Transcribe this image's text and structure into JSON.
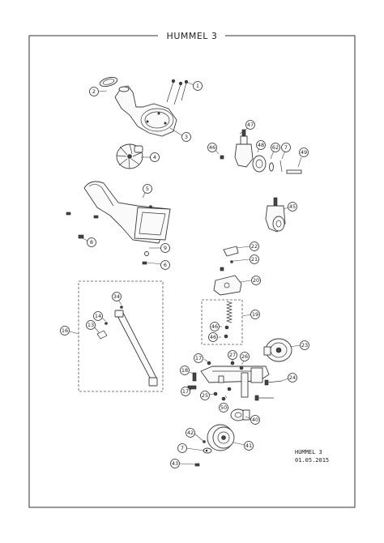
{
  "title": "HUMMEL 3",
  "stamp": {
    "model": "HUMMEL 3",
    "date": "01.05.2015"
  },
  "callouts": [
    "1",
    "2",
    "3",
    "4",
    "5",
    "6",
    "7",
    "7",
    "8",
    "9",
    "13",
    "14",
    "16",
    "17",
    "17",
    "18",
    "19",
    "20",
    "21",
    "22",
    "23",
    "24",
    "25",
    "26",
    "27",
    "34",
    "40",
    "41",
    "42",
    "43",
    "45",
    "46",
    "46",
    "46",
    "47",
    "48",
    "49",
    "50",
    "62"
  ]
}
